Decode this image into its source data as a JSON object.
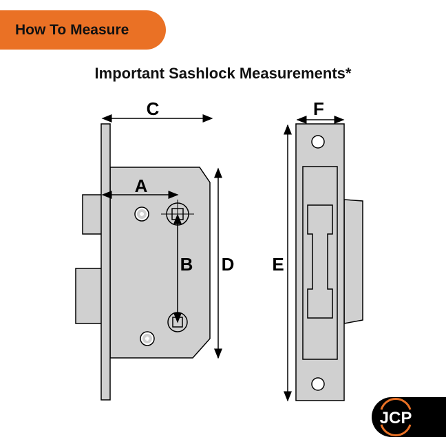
{
  "header": {
    "badge": "How To Measure",
    "title": "Important Sashlock Measurements*"
  },
  "labels": {
    "a": "A",
    "b": "B",
    "c": "C",
    "d": "D",
    "e": "E",
    "f": "F"
  },
  "logo": {
    "text": "JCP"
  },
  "colors": {
    "accent": "#ea7125",
    "metal": "#d0d0d0"
  }
}
